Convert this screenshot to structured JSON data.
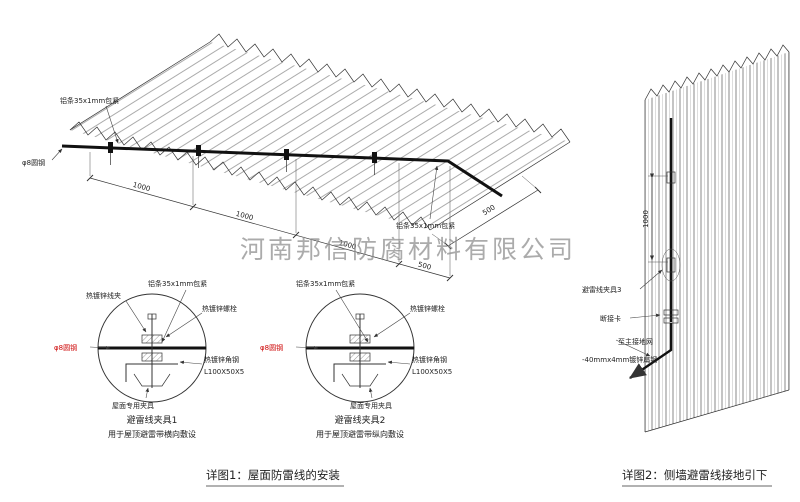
{
  "watermark": "河南邦信防腐材料有限公司",
  "colors": {
    "red_label": "#cc0000",
    "line_ink": "#333333",
    "watermark_gray": "#8f8f8f"
  },
  "roof": {
    "label_alu_strip": "铝条35x1mm包紧",
    "label_round_steel": "φ8圆钢",
    "dim_1000": "1000",
    "dim_500": "500"
  },
  "detail1": {
    "title": "避雷线夹具1",
    "subtitle": "用于屋顶避雷带横向敷设",
    "label_wire_clip": "热镀锌线夹",
    "label_alu_strip": "铝条35x1mm包紧",
    "label_bolt": "热镀锌螺栓",
    "label_round_steel": "φ8圆钢",
    "label_angle_steel": "热镀锌角钢",
    "label_angle_spec": "L100X50X5",
    "label_roof_clamp": "屋面专用夹具"
  },
  "detail2": {
    "title": "避雷线夹具2",
    "subtitle": "用于屋顶避雷带纵向敷设",
    "label_alu_strip": "铝条35x1mm包紧",
    "label_bolt": "热镀锌螺栓",
    "label_round_steel": "φ8圆钢",
    "label_angle_steel": "热镀锌角钢",
    "label_angle_spec": "L100X50X5",
    "label_roof_clamp": "屋面专用夹具"
  },
  "wall": {
    "dim_1000": "1000",
    "label_clamp3": "避雷线夹具3",
    "label_disconnect": "断接卡",
    "label_ground": "至主接地网",
    "label_flat_steel": "-40mmx4mm镀锌扁钢"
  },
  "captions": {
    "detail1": "详图1：屋面防雷线的安装",
    "detail2": "详图2：侧墙避雷线接地引下"
  }
}
